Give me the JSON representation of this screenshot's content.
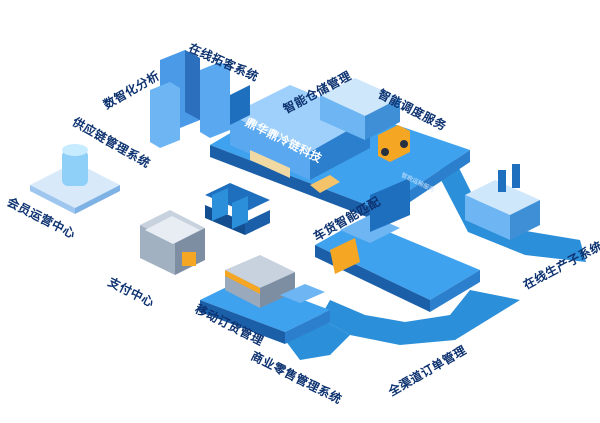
{
  "warehouse_sign": "鼎华鼎冷链科技",
  "road_text": "智能运输服务",
  "labels": {
    "online_expand": "在线拓客系统",
    "digital_analysis": "数智化分析",
    "smart_storage": "智能仓储管理",
    "supply_chain": "供应链管理系统",
    "smart_dispatch": "智能调度服务",
    "member_ops": "会员运营中心",
    "vehicle_match": "车货智能匹配",
    "payment": "支付中心",
    "mobile_order": "移动订货管理",
    "online_production": "在线生产子系统",
    "retail": "商业零售管理系统",
    "omni_order": "全渠道订单管理"
  },
  "colors": {
    "label": "#0d3270",
    "road": "#2b8fd9",
    "platform": "#1f6fbf",
    "platform_top": "#3fa2ee",
    "building": "#5aa8f0",
    "accent": "#f5a623"
  }
}
